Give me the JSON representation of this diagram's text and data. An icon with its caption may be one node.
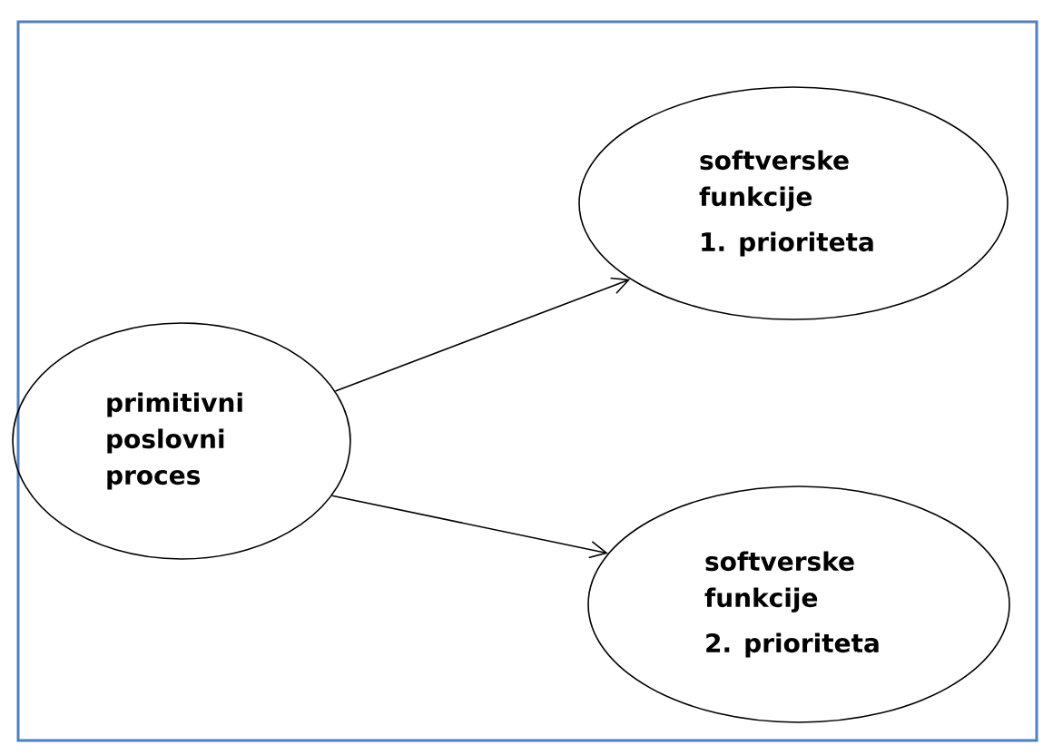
{
  "diagram": {
    "nodes": [
      {
        "text": [
          "primitivni poslovni proces"
        ]
      },
      {
        "text": [
          "softverske funkcije",
          "1. prioriteta"
        ]
      },
      {
        "text": [
          "softverske funkcije",
          "2. prioriteta"
        ]
      }
    ],
    "edges": [
      {
        "from": 0,
        "to": 1,
        "arrow": "to"
      },
      {
        "from": 0,
        "to": 2,
        "arrow": "to"
      }
    ]
  }
}
